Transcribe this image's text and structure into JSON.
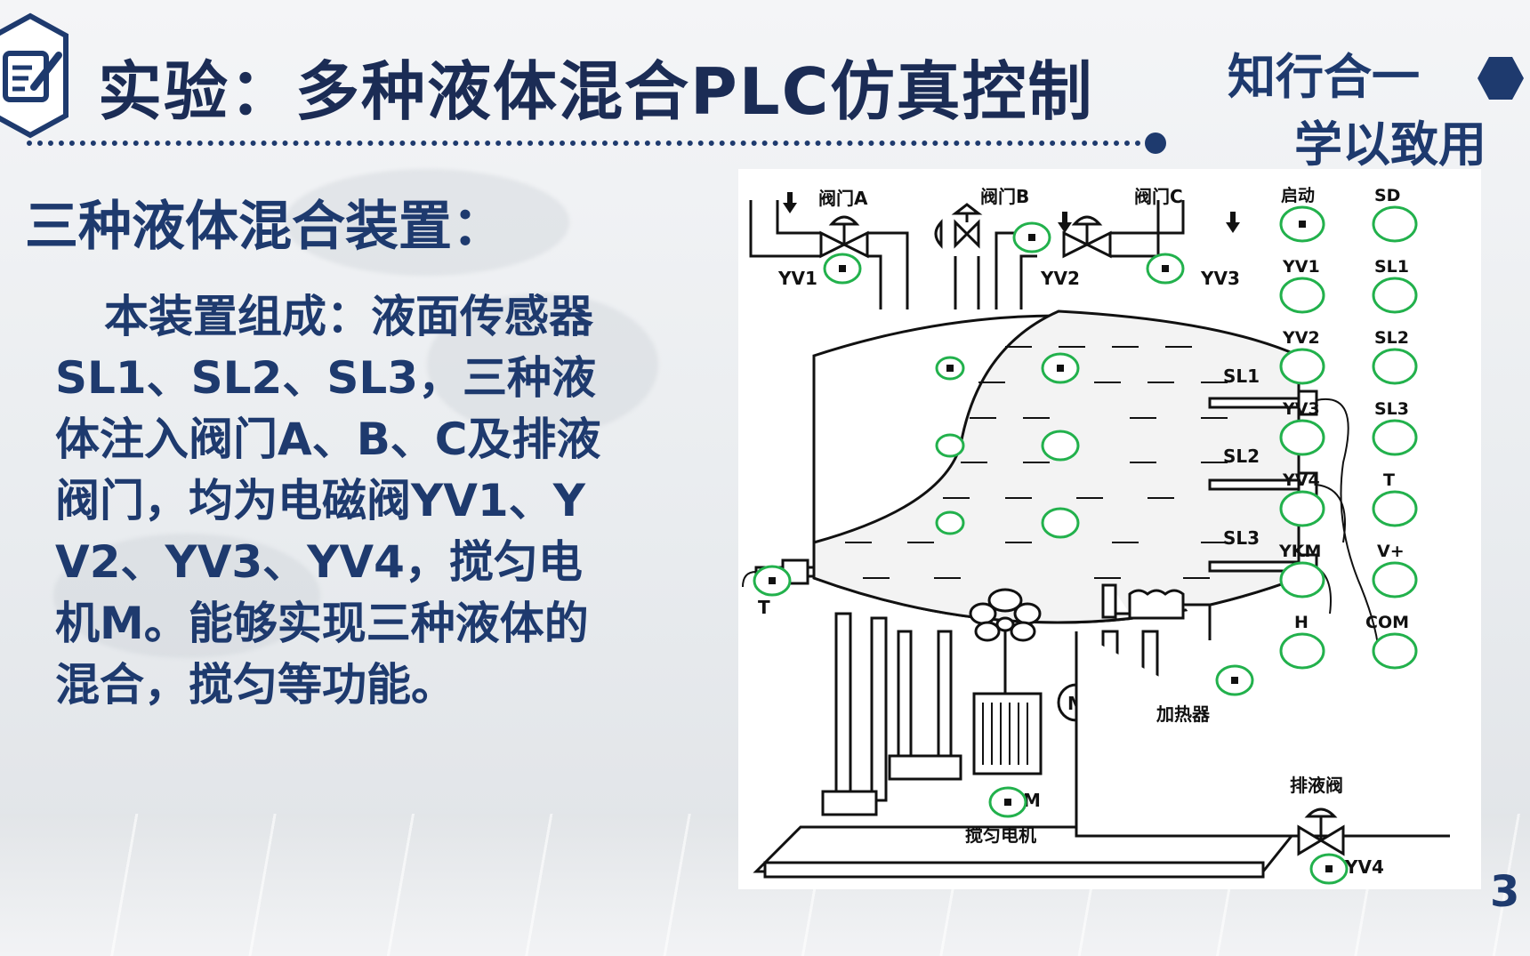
{
  "slide": {
    "title": "实验：多种液体混合PLC仿真控制",
    "motto_line1": "知行合一",
    "motto_line2": "学以致用",
    "subtitle": "三种液体混合装置：",
    "paragraph": "本装置组成：液面传感器SL1、SL2、SL3，三种液体注入阀门A、B、C及排液阀门，均为电磁阀YV1、YV2、YV3、YV4，搅匀电机M。能够实现三种液体的混合，搅匀等功能。",
    "page_number": "3",
    "icon": "edit-document-icon",
    "accent_color": "#1e3a6e"
  },
  "diagram": {
    "valve_labels": {
      "a": "阀门A",
      "b": "阀门B",
      "c": "阀门C"
    },
    "valve_codes": {
      "yv1": "YV1",
      "yv2": "YV2",
      "yv3": "YV3",
      "yv4": "YV4"
    },
    "sensors": {
      "sl1": "SL1",
      "sl2": "SL2",
      "sl3": "SL3"
    },
    "temp_label": "T",
    "motor_letter": "M",
    "motor_code": "YKM",
    "motor_label": "搅匀电机",
    "heater_code": "H",
    "heater_label": "加热器",
    "drain_label": "排液阀",
    "panel": [
      {
        "left": "启动",
        "right": "SD"
      },
      {
        "left": "YV1",
        "right": "SL1"
      },
      {
        "left": "YV2",
        "right": "SL2"
      },
      {
        "left": "YV3",
        "right": "SL3"
      },
      {
        "left": "YV4",
        "right": "T"
      },
      {
        "left": "YKM",
        "right": "V+"
      },
      {
        "left": "H",
        "right": "COM"
      }
    ]
  }
}
